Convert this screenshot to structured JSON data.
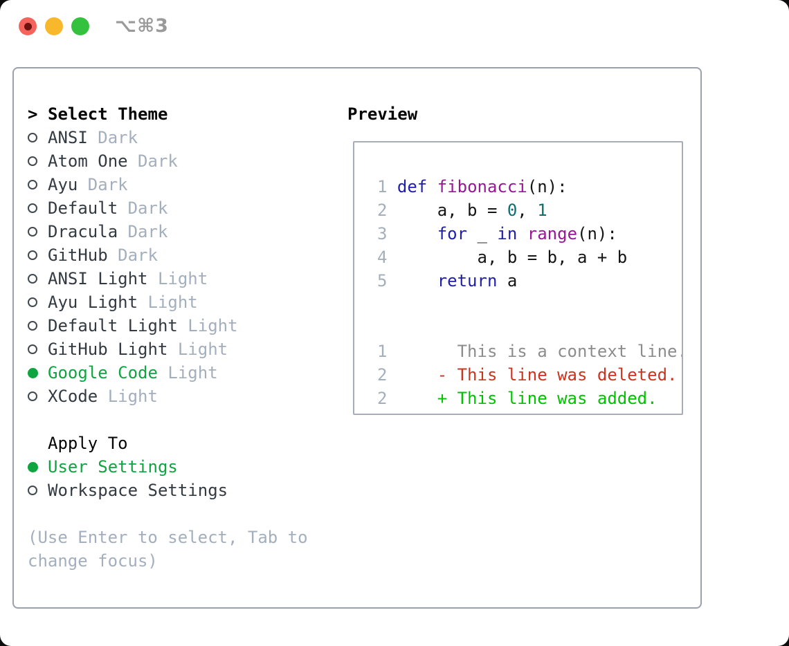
{
  "window": {
    "shortcut": "⌥⌘3"
  },
  "colors": {
    "selection_green": "#0ea540",
    "num": "#a4afbd",
    "kw": "#1f1fa8",
    "fn": "#971897",
    "lit": "#0c7070",
    "plain": "#151515",
    "ctx": "#8c8c8c",
    "del": "#cb3520",
    "add": "#00c300"
  },
  "panel": {
    "cursor": ">",
    "title": "Select Theme",
    "themes": [
      {
        "name": "ANSI",
        "variant": "Dark",
        "selected": false
      },
      {
        "name": "Atom One",
        "variant": "Dark",
        "selected": false
      },
      {
        "name": "Ayu",
        "variant": "Dark",
        "selected": false
      },
      {
        "name": "Default",
        "variant": "Dark",
        "selected": false
      },
      {
        "name": "Dracula",
        "variant": "Dark",
        "selected": false
      },
      {
        "name": "GitHub",
        "variant": "Dark",
        "selected": false
      },
      {
        "name": "ANSI Light",
        "variant": "Light",
        "selected": false
      },
      {
        "name": "Ayu Light",
        "variant": "Light",
        "selected": false
      },
      {
        "name": "Default Light",
        "variant": "Light",
        "selected": false
      },
      {
        "name": "GitHub Light",
        "variant": "Light",
        "selected": false
      },
      {
        "name": "Google Code",
        "variant": "Light",
        "selected": true
      },
      {
        "name": "XCode",
        "variant": "Light",
        "selected": false
      }
    ],
    "apply_to": {
      "title": "Apply To",
      "options": [
        {
          "label": "User Settings",
          "selected": true
        },
        {
          "label": "Workspace Settings",
          "selected": false
        }
      ]
    },
    "hint": "(Use Enter to select, Tab to change focus)"
  },
  "preview": {
    "title": "Preview",
    "code_lines": [
      {
        "segments": [
          {
            "text": "1 ",
            "color": "num"
          },
          {
            "text": "def",
            "color": "kw"
          },
          {
            "text": " ",
            "color": "plain"
          },
          {
            "text": "fibonacci",
            "color": "fn"
          },
          {
            "text": "(n):",
            "color": "plain"
          }
        ]
      },
      {
        "segments": [
          {
            "text": "2",
            "color": "num"
          },
          {
            "text": "     a, b = ",
            "color": "plain"
          },
          {
            "text": "0",
            "color": "lit"
          },
          {
            "text": ", ",
            "color": "plain"
          },
          {
            "text": "1",
            "color": "lit"
          }
        ]
      },
      {
        "segments": [
          {
            "text": "3",
            "color": "num"
          },
          {
            "text": "     ",
            "color": "plain"
          },
          {
            "text": "for",
            "color": "kw"
          },
          {
            "text": " _ ",
            "color": "plain"
          },
          {
            "text": "in",
            "color": "kw"
          },
          {
            "text": " ",
            "color": "plain"
          },
          {
            "text": "range",
            "color": "fn"
          },
          {
            "text": "(n):",
            "color": "plain"
          }
        ]
      },
      {
        "segments": [
          {
            "text": "4",
            "color": "num"
          },
          {
            "text": "         a, b = b, a + b",
            "color": "plain"
          }
        ]
      },
      {
        "segments": [
          {
            "text": "5",
            "color": "num"
          },
          {
            "text": "     ",
            "color": "plain"
          },
          {
            "text": "return",
            "color": "kw"
          },
          {
            "text": " a",
            "color": "plain"
          }
        ]
      }
    ],
    "diff_lines": [
      {
        "segments": [
          {
            "text": "1",
            "color": "num"
          },
          {
            "text": "       This is a context line.",
            "color": "ctx"
          }
        ]
      },
      {
        "segments": [
          {
            "text": "2",
            "color": "num"
          },
          {
            "text": "     - This line was deleted.",
            "color": "del"
          }
        ]
      },
      {
        "segments": [
          {
            "text": "2",
            "color": "num"
          },
          {
            "text": "     + This line was added.",
            "color": "add"
          }
        ]
      }
    ]
  }
}
